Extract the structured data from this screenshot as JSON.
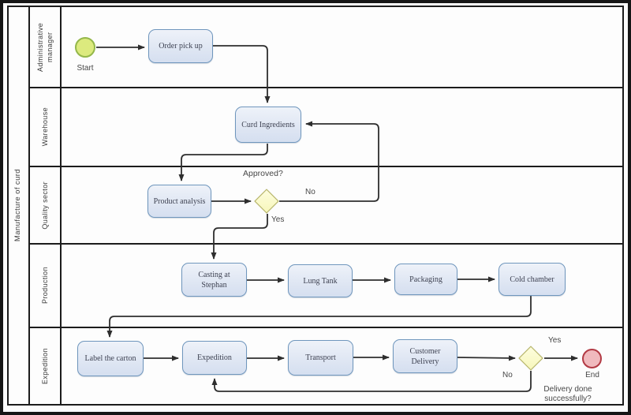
{
  "pool": {
    "title": "Manufacture of curd"
  },
  "lanes": [
    {
      "label": "Administrative manager"
    },
    {
      "label": "Warehouse"
    },
    {
      "label": "Quality sector"
    },
    {
      "label": "Production"
    },
    {
      "label": "Expedition"
    }
  ],
  "events": {
    "start": {
      "label": "Start"
    },
    "end": {
      "label": "End"
    }
  },
  "tasks": {
    "order_pickup": {
      "label": "Order pick up"
    },
    "curd_ingredients": {
      "label": "Curd Ingredients"
    },
    "product_analysis": {
      "label": "Product analysis"
    },
    "casting": {
      "label": "Casting at Stephan"
    },
    "lung_tank": {
      "label": "Lung Tank"
    },
    "packaging": {
      "label": "Packaging"
    },
    "cold_chamber": {
      "label": "Cold chamber"
    },
    "label_carton": {
      "label": "Label the carton"
    },
    "expedition": {
      "label": "Expedition"
    },
    "transport": {
      "label": "Transport"
    },
    "customer_delivery": {
      "label": "Customer Delivery"
    }
  },
  "gateways": {
    "approved": {
      "question": "Approved?",
      "yes": "Yes",
      "no": "No"
    },
    "delivery": {
      "question": "Delivery done successfully?",
      "yes": "Yes",
      "no": "No"
    }
  },
  "colors": {
    "task_fill": "#dce4f2",
    "task_border": "#6f96bd",
    "start_fill": "#dcea7e",
    "start_border": "#94b74a",
    "end_fill": "#f0b9bd",
    "end_border": "#b23a44",
    "gateway_fill": "#f7f7bb",
    "gateway_border": "#b0ae58",
    "connector": "#2e2e2e"
  }
}
